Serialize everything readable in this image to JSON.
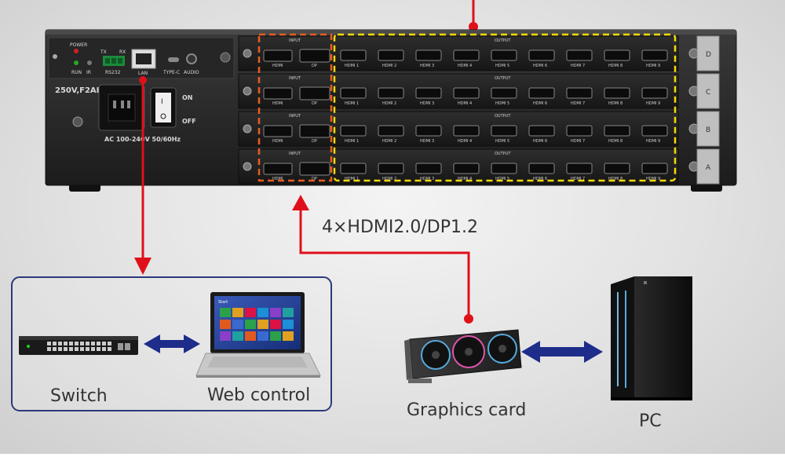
{
  "device": {
    "psu_label": "250V,F2AL",
    "on_label": "ON",
    "off_label": "OFF",
    "ac_label": "AC 100-240V 50/60Hz",
    "power_led": "POWER",
    "run_led": "RUN",
    "ir_label": "IR",
    "tx_label": "TX",
    "rx_label": "RX",
    "rs232_label": "RS232",
    "lan_label": "LAN",
    "typec_label": "TYPE-C",
    "audio_label": "AUDIO",
    "input_label": "INPUT",
    "output_label": "OUTPUT",
    "hdmi_label": "HDMI",
    "dp_label": "DP",
    "output_ports": [
      "HDMI 1",
      "HDMI 2",
      "HDMI 3",
      "HDMI 4",
      "HDMI 5",
      "HDMI 6",
      "HDMI 7",
      "HDMI 8",
      "HDMI 9"
    ],
    "cards": [
      "D",
      "C",
      "B",
      "A"
    ]
  },
  "labels": {
    "input_spec": "4×HDMI2.0/DP1.2",
    "switch": "Switch",
    "web_control": "Web control",
    "graphics_card": "Graphics card",
    "pc": "PC"
  },
  "colors": {
    "line_red": "#e0101a",
    "arrow_blue": "#1e2c8a",
    "box_border": "#2b3a7a",
    "input_dash": "#e85d22",
    "output_dash": "#f5d90a"
  }
}
